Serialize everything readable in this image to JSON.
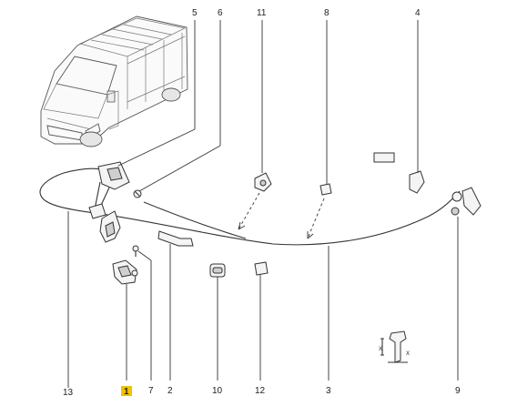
{
  "callouts": [
    {
      "id": "c5",
      "label": "5"
    },
    {
      "id": "c6",
      "label": "6"
    },
    {
      "id": "c11",
      "label": "11"
    },
    {
      "id": "c8",
      "label": "8"
    },
    {
      "id": "c4",
      "label": "4"
    },
    {
      "id": "c13",
      "label": "13"
    },
    {
      "id": "c1",
      "label": "1",
      "highlight_color": "#f2c200"
    },
    {
      "id": "c7",
      "label": "7"
    },
    {
      "id": "c2",
      "label": "2"
    },
    {
      "id": "c10",
      "label": "10"
    },
    {
      "id": "c12",
      "label": "12"
    },
    {
      "id": "c3",
      "label": "3"
    },
    {
      "id": "c9",
      "label": "9"
    }
  ],
  "icons": {
    "vehicle": "van-illustration-icon",
    "torque": "torque-spec-icon"
  },
  "colors": {
    "line": "#333333",
    "highlight": "#f2c200"
  }
}
